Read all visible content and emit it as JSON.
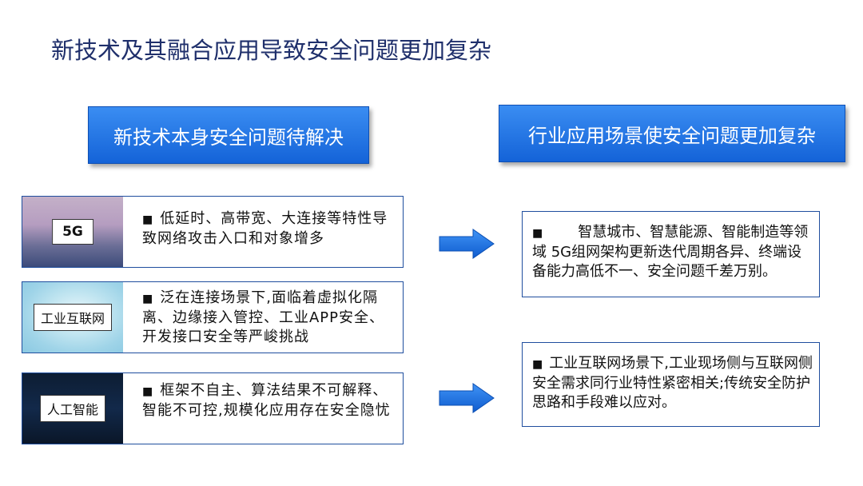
{
  "title": "新技术及其融合应用导致安全问题更加复杂",
  "left_header": "新技术本身安全问题待解决",
  "right_header": "行业应用场景使安全问题更加复杂",
  "bullet": "■",
  "items": [
    {
      "label": "5G",
      "text": "低延时、高带宽、大连接等特性导致网络攻击入口和对象增多"
    },
    {
      "label": "工业互联网",
      "text": "泛在连接场景下,面临着虚拟化隔离、边缘接入管控、工业APP安全、开发接口安全等严峻挑战"
    },
    {
      "label": "人工智能",
      "text": "框架不自主、算法结果不可解释、智能不可控,规模化应用存在安全隐忧"
    }
  ],
  "right_items": [
    {
      "text": "　　智慧城市、智慧能源、智能制造等领域 5G组网架构更新迭代周期各异、终端设备能力高低不一、安全问题千差万别。"
    },
    {
      "text": "工业互联网场景下,工业现场侧与互联网侧安全需求同行业特性紧密相关;传统安全防护思路和手段难以应对。"
    }
  ],
  "colors": {
    "title": "#1f2f6b",
    "blue": "#1a6fe0",
    "border": "#1f4e9e"
  }
}
